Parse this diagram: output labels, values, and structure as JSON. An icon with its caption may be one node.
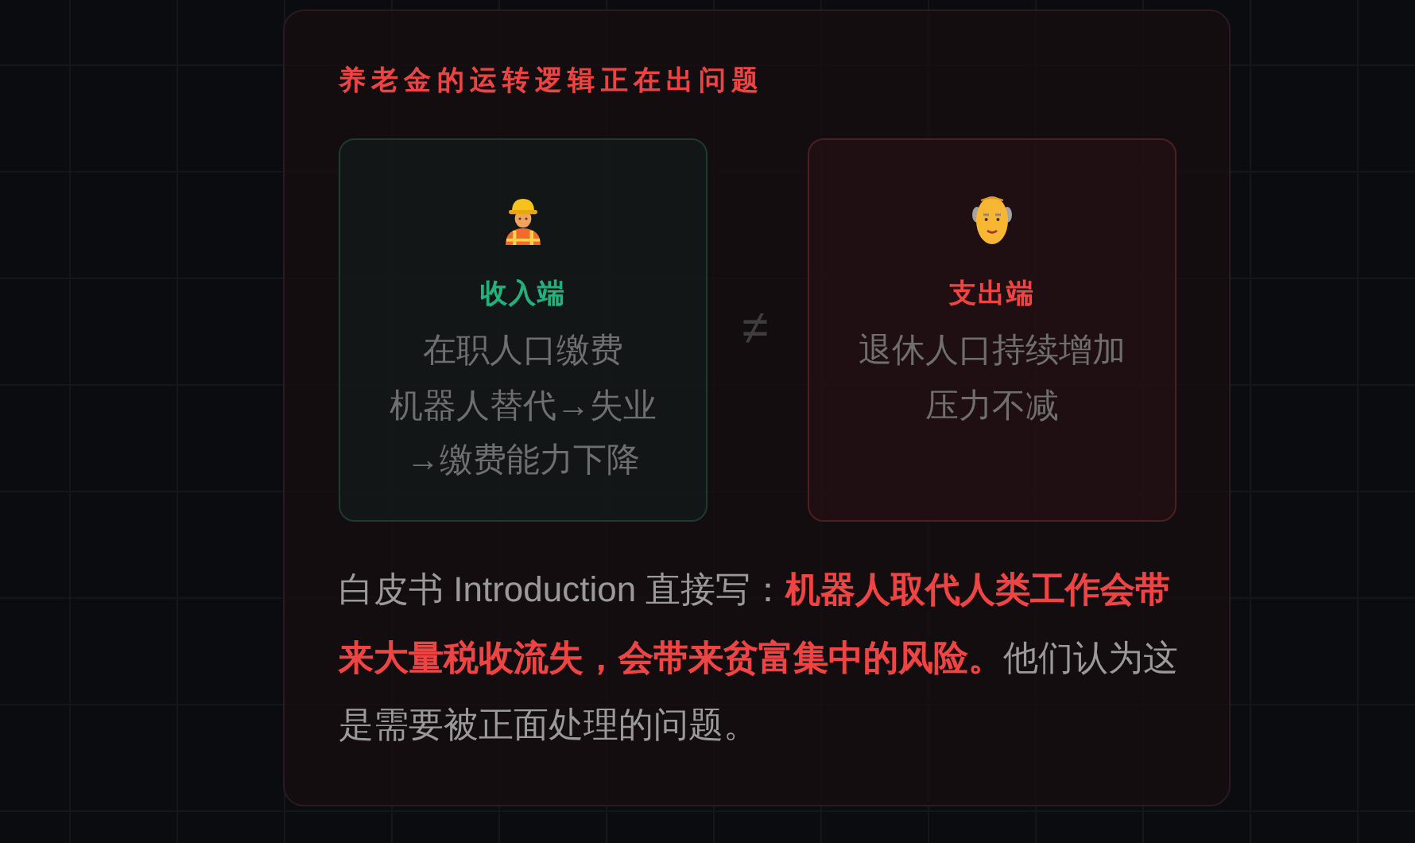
{
  "diagram": {
    "nodes": [
      {
        "text": [
          "养老金的运转逻辑正在出问题",
          "白皮书 Introduction 直接写：**机器人取代人类工作会带来大量税收流失，会带来贫富集中的风险。**他们认为这是需要被正面处理的问题。"
        ]
      },
      {
        "text": [
          "收入端",
          "在职人口缴费",
          "机器人替代→失业",
          "→缴费能力下降"
        ],
        "in": 0
      },
      {
        "text": [
          "支出端",
          "退休人口持续增加",
          "压力不减"
        ],
        "in": 0
      }
    ],
    "labels": [
      "≠"
    ]
  }
}
